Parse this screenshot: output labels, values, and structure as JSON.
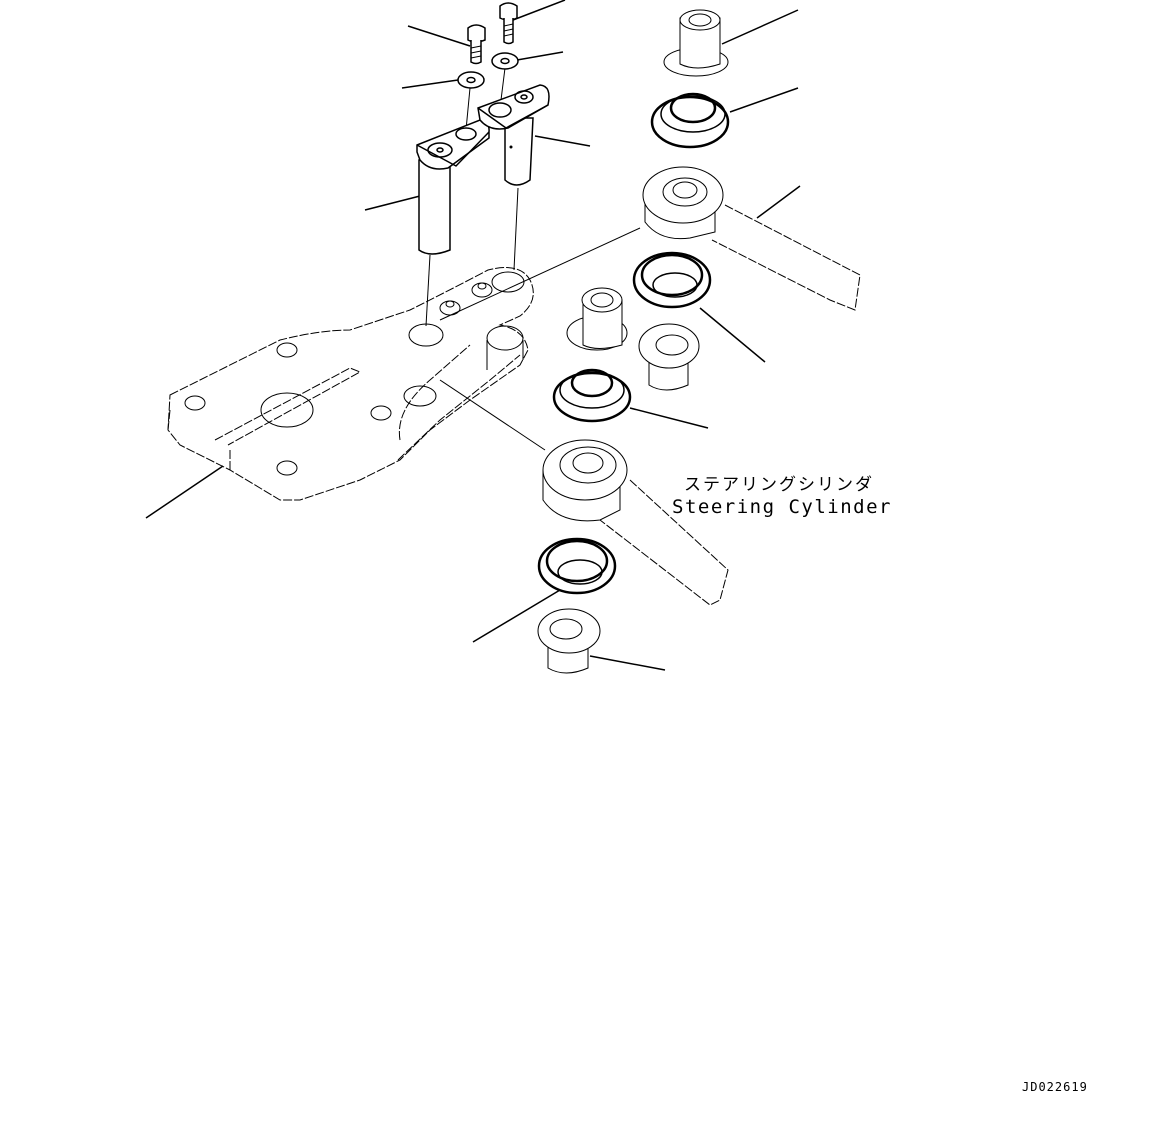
{
  "diagram": {
    "type": "exploded-parts-view",
    "labels": {
      "japanese_name": "ステアリングシリンダ",
      "english_name": "Steering Cylinder",
      "drawing_code": "JD022619"
    },
    "parts": [
      {
        "id": "bolt-1",
        "kind": "bolt"
      },
      {
        "id": "bolt-2",
        "kind": "bolt"
      },
      {
        "id": "washer-1",
        "kind": "washer"
      },
      {
        "id": "washer-2",
        "kind": "washer"
      },
      {
        "id": "pin-1",
        "kind": "pin-with-plate"
      },
      {
        "id": "pin-2",
        "kind": "pin-with-plate"
      },
      {
        "id": "bracket",
        "kind": "mounting-bracket"
      },
      {
        "id": "bushing-top",
        "kind": "flanged-bushing"
      },
      {
        "id": "seal-top",
        "kind": "dust-seal"
      },
      {
        "id": "cylinder-eye-upper",
        "kind": "cylinder-rod-end"
      },
      {
        "id": "seal-mid-right",
        "kind": "dust-seal"
      },
      {
        "id": "bushing-mid-left",
        "kind": "flanged-bushing"
      },
      {
        "id": "bushing-mid-right",
        "kind": "flanged-bushing"
      },
      {
        "id": "seal-mid-left",
        "kind": "dust-seal"
      },
      {
        "id": "cylinder-eye-lower",
        "kind": "cylinder-rod-end"
      },
      {
        "id": "seal-bottom",
        "kind": "dust-seal"
      },
      {
        "id": "bushing-bottom",
        "kind": "flanged-bushing"
      }
    ],
    "leader_line_count": 15
  }
}
